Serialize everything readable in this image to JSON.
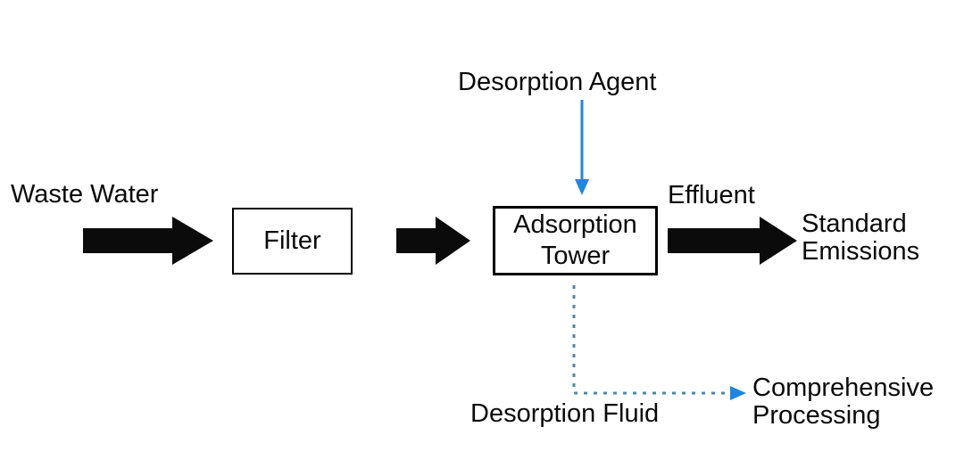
{
  "diagram": {
    "type": "process-flow",
    "labels": {
      "waste_water": "Waste Water",
      "filter": "Filter",
      "adsorption_tower": "Adsorption Tower",
      "desorption_agent": "Desorption Agent",
      "effluent": "Effluent",
      "standard_emissions": "Standard Emissions",
      "desorption_fluid": "Desorption Fluid",
      "comprehensive_processing": "Comprehensive Processing"
    },
    "edges": [
      {
        "from": "Waste Water",
        "to": "Filter",
        "style": "solid-black-block-arrow"
      },
      {
        "from": "Filter",
        "to": "Adsorption Tower",
        "style": "solid-black-block-arrow"
      },
      {
        "from": "Desorption Agent",
        "to": "Adsorption Tower",
        "style": "solid-blue-arrow-down"
      },
      {
        "from": "Adsorption Tower",
        "to": "Standard Emissions",
        "label": "Effluent",
        "style": "solid-black-block-arrow"
      },
      {
        "from": "Adsorption Tower",
        "to": "Comprehensive Processing",
        "label": "Desorption Fluid",
        "style": "dotted-blue-arrow"
      }
    ],
    "colors": {
      "background": "#ffffff",
      "text": "#0a0a0a",
      "arrow_black": "#0b0b0b",
      "arrow_blue": "#1d8ad6",
      "dotted_blue": "#4d87a8",
      "dotted_arrowhead_blue": "#1e86e0",
      "box_border": "#000000"
    }
  }
}
